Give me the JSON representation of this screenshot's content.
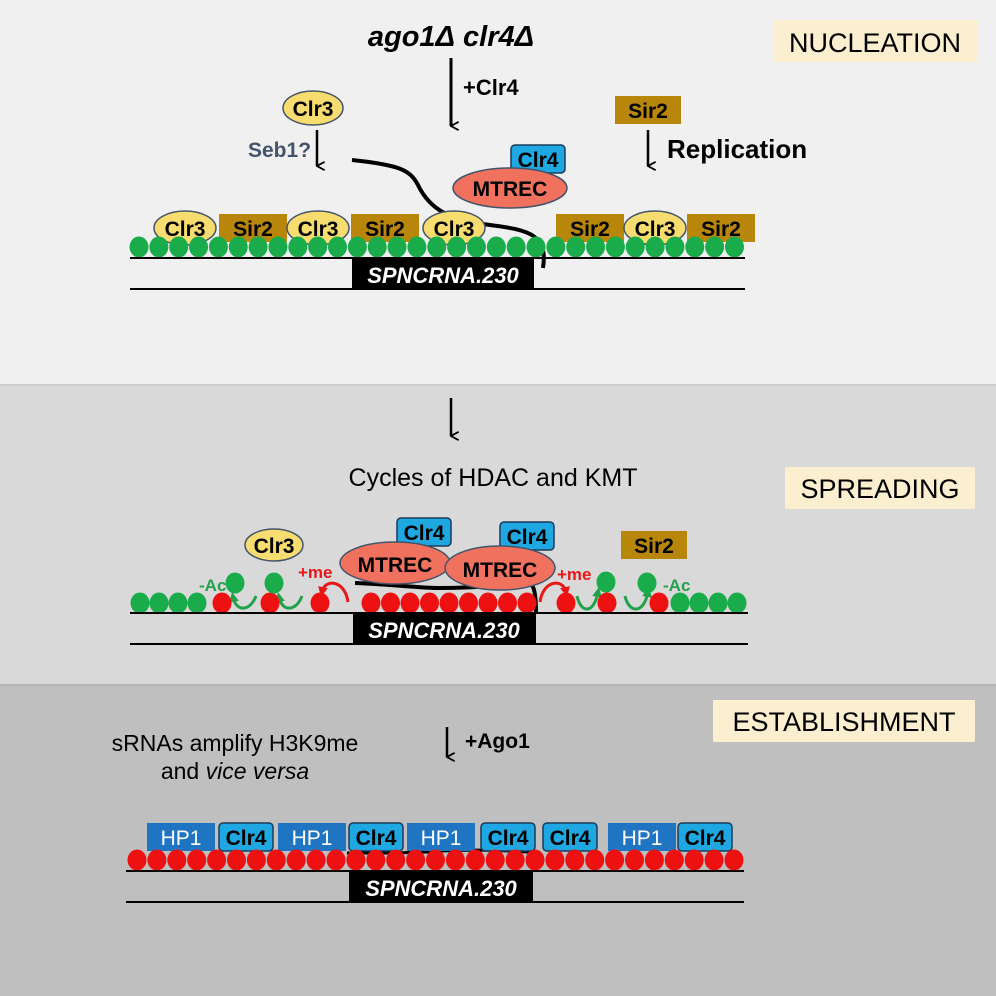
{
  "colors": {
    "panel1_bg": "#f0f0f0",
    "panel2_bg": "#d9d9d9",
    "panel3_bg": "#bfbfbf",
    "stage_label_bg": "#fcefcf",
    "nucleosome_green": "#1aab4b",
    "nucleosome_red": "#ee1111",
    "clr3_fill": "#f7dc6f",
    "sir2_fill": "#b8860b",
    "clr4_fill": "#1ea7e1",
    "hp1_fill": "#1f75c1",
    "mtrec_fill": "#f0725e",
    "mod_red": "#e81818",
    "mod_green": "#21a24a",
    "seb1_color": "#44546a"
  },
  "panels": {
    "nucleation": {
      "stage_label": "NUCLEATION",
      "genotype_a": "ago1",
      "genotype_b": "clr4",
      "delta": "Δ",
      "add_clr4": "+Clr4",
      "clr3_label": "Clr3",
      "seb1_label": "Seb1?",
      "sir2_label": "Sir2",
      "replication_label": "Replication",
      "clr4_label": "Clr4",
      "mtrec_label": "MTREC",
      "gene_label": "SPNCRNA.230",
      "bound_proteins": [
        "Clr3",
        "Sir2",
        "Clr3",
        "Sir2",
        "Clr3",
        "Sir2",
        "Clr3",
        "Sir2"
      ]
    },
    "spreading": {
      "stage_label": "SPREADING",
      "cycles_label": "Cycles of HDAC and KMT",
      "clr3_label": "Clr3",
      "sir2_label": "Sir2",
      "clr4_label": "Clr4",
      "mtrec_label": "MTREC",
      "plus_me": "+me",
      "minus_ac": "-Ac",
      "gene_label": "SPNCRNA.230"
    },
    "establishment": {
      "stage_label": "ESTABLISHMENT",
      "srna_line1": "sRNAs amplify H3K9me",
      "srna_line2_a": "and ",
      "srna_line2_b": "vice versa",
      "add_ago1": "+Ago1",
      "gene_label": "SPNCRNA.230",
      "bound_proteins": [
        "HP1",
        "Clr4",
        "HP1",
        "Clr4",
        "HP1",
        "Clr4",
        "Clr4",
        "HP1",
        "Clr4"
      ]
    }
  }
}
